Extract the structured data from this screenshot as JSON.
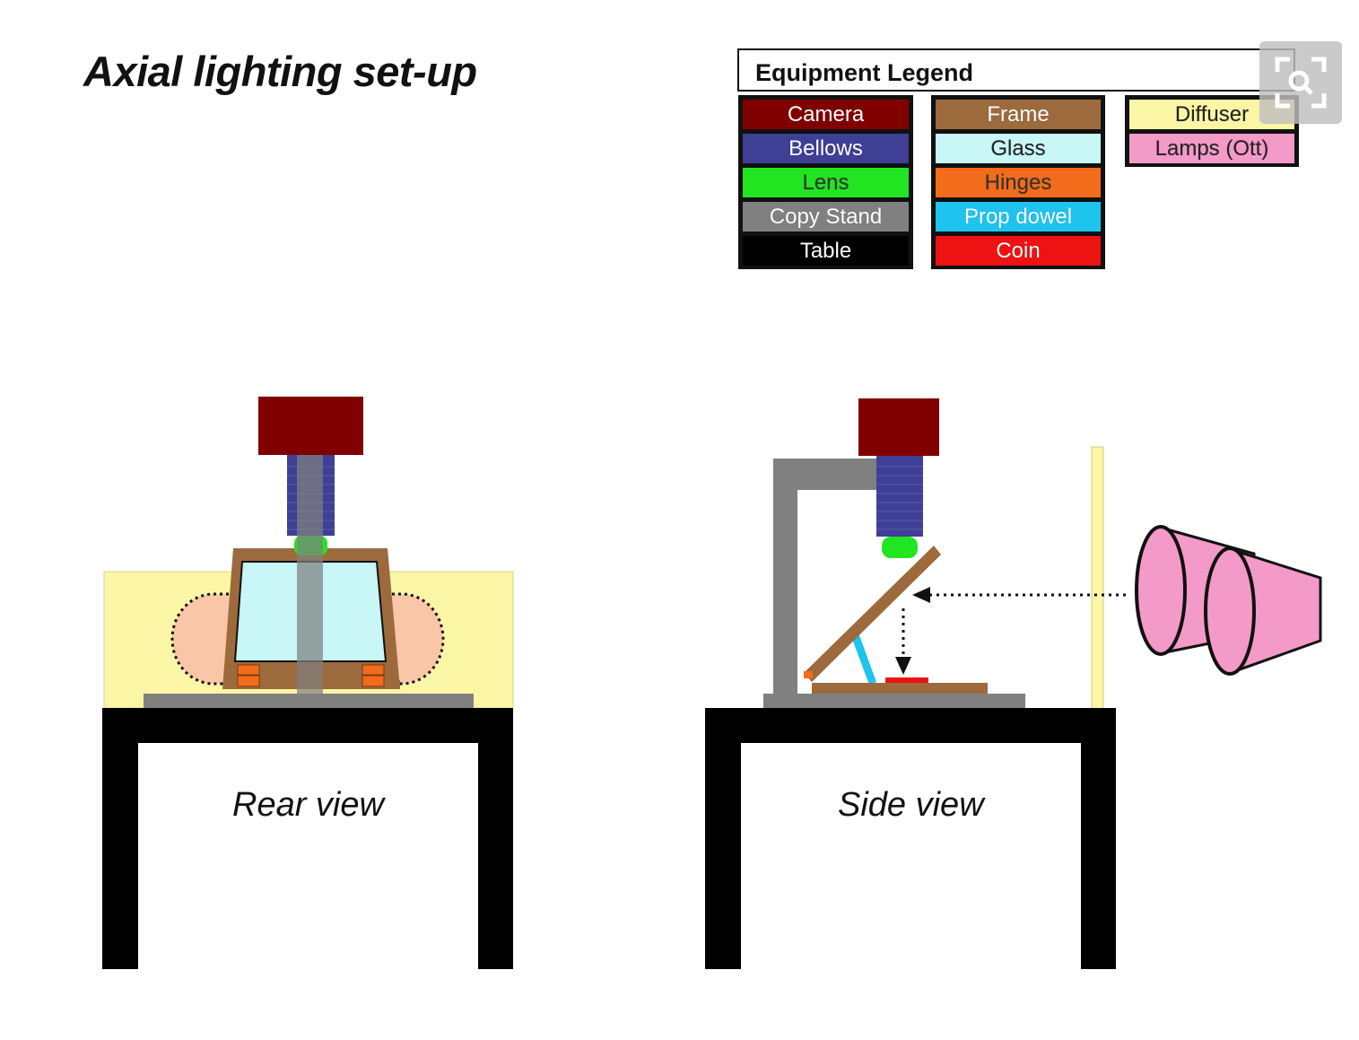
{
  "title": "Axial lighting set-up",
  "legend": {
    "title": "Equipment Legend",
    "columns": [
      [
        {
          "label": "Camera",
          "bg": "#800000",
          "fg": "#ffffff"
        },
        {
          "label": "Bellows",
          "bg": "#3f3f96",
          "fg": "#ffffff"
        },
        {
          "label": "Lens",
          "bg": "#22e522",
          "fg": "#333333"
        },
        {
          "label": "Copy Stand",
          "bg": "#808080",
          "fg": "#ffffff"
        },
        {
          "label": "Table",
          "bg": "#000000",
          "fg": "#ffffff"
        }
      ],
      [
        {
          "label": "Frame",
          "bg": "#9c6a3c",
          "fg": "#ffffff"
        },
        {
          "label": "Glass",
          "bg": "#c9f6f7",
          "fg": "#222222"
        },
        {
          "label": "Hinges",
          "bg": "#f26c1b",
          "fg": "#333333"
        },
        {
          "label": "Prop dowel",
          "bg": "#1ec3ee",
          "fg": "#ffffff"
        },
        {
          "label": "Coin",
          "bg": "#ee1212",
          "fg": "#ffffff"
        }
      ],
      [
        {
          "label": "Diffuser",
          "bg": "#fbf6a6",
          "fg": "#222222"
        },
        {
          "label": "Lamps (Ott)",
          "bg": "#f49ac8",
          "fg": "#222222"
        }
      ]
    ]
  },
  "views": {
    "rear": "Rear view",
    "side": "Side view"
  },
  "zoom_icon": "expand-search-icon",
  "colors": {
    "camera": "#800000",
    "bellows": "#3f3f96",
    "lens": "#22e522",
    "copy_stand": "#808080",
    "table": "#000000",
    "frame": "#9c6a3c",
    "glass": "#c9f6f7",
    "hinges": "#f26c1b",
    "prop_dowel": "#1ec3ee",
    "coin": "#ee1212",
    "diffuser": "#fbf6a6",
    "lamps": "#f49ac8",
    "lamp_glow": "#f9c6a8"
  }
}
